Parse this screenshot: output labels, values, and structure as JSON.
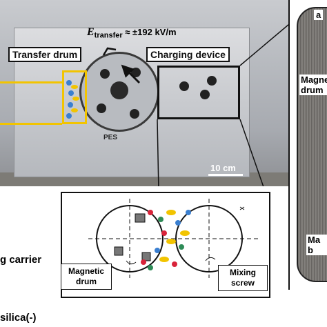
{
  "photo": {
    "field_symbol": "E",
    "field_subscript": "transfer",
    "field_value": "≈ ±192 kV/m",
    "transfer_label": "Transfer drum",
    "charging_label": "Charging device",
    "scale_text": "10 cm",
    "pes_text": "PES"
  },
  "inset": {
    "magnetic_drum_label": "Magnetic drum",
    "mixing_screw_label": "Mixing screw"
  },
  "right_panel": {
    "panel_letter": "a",
    "magnetic_top": "Magne drum",
    "magnetic_bottom": "Ma b"
  },
  "legend_left": {
    "carrier": "g carrier",
    "silica": "silica(-)"
  },
  "colors": {
    "highlight_yellow": "#f2c400",
    "outline_black": "#111111",
    "particle_blue": "#3a7fd0",
    "particle_green": "#2e8b57",
    "particle_red": "#d8233a"
  }
}
